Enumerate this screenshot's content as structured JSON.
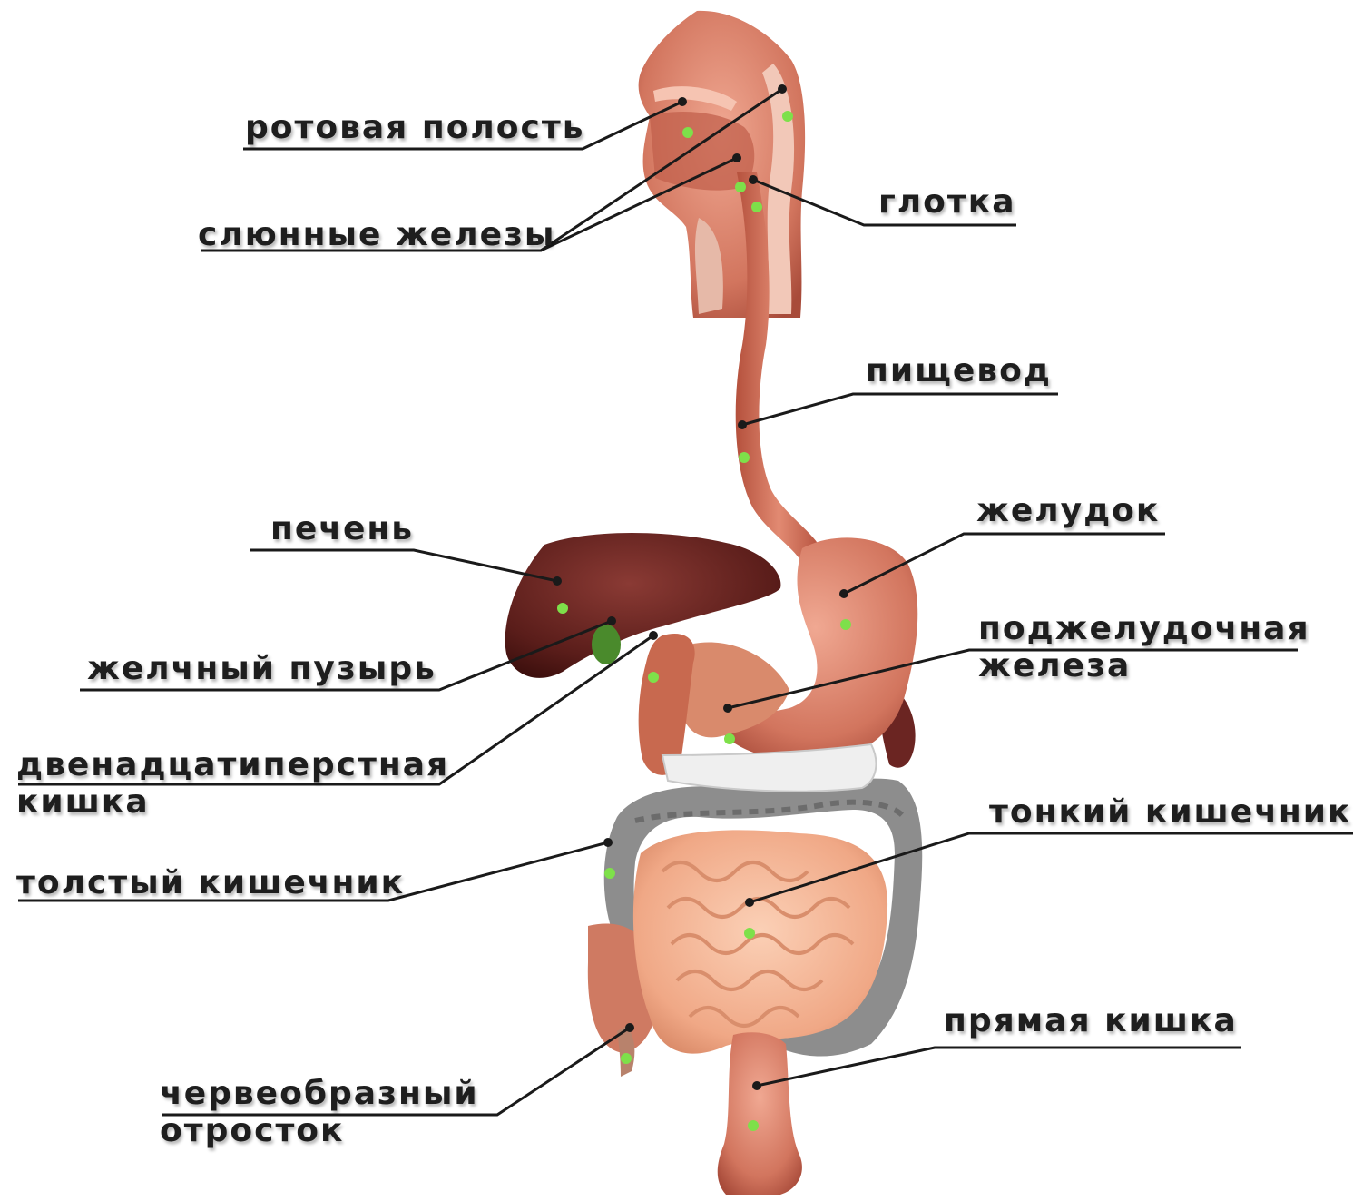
{
  "labels": {
    "oral_cavity": "ротовая полость",
    "salivary_glands": "слюнные железы",
    "pharynx": "глотка",
    "esophagus": "пищевод",
    "liver": "печень",
    "stomach": "желудок",
    "gallbladder": "желчный пузырь",
    "pancreas": [
      "поджелудочная",
      "железа"
    ],
    "duodenum": [
      "двенадцатиперстная",
      "кишка"
    ],
    "small_intestine": "тонкий кишечник",
    "large_intestine": "толстый кишечник",
    "rectum": "прямая кишка",
    "appendix": [
      "червеобразный",
      "отросток"
    ]
  },
  "colors": {
    "leader_line": "#1a1a1a",
    "marker": "#7ee04a",
    "tissue": "#d9806a",
    "liver": "#5e1f1c",
    "colon": "#8a8a8a",
    "small_intestine": "#f3b394"
  }
}
